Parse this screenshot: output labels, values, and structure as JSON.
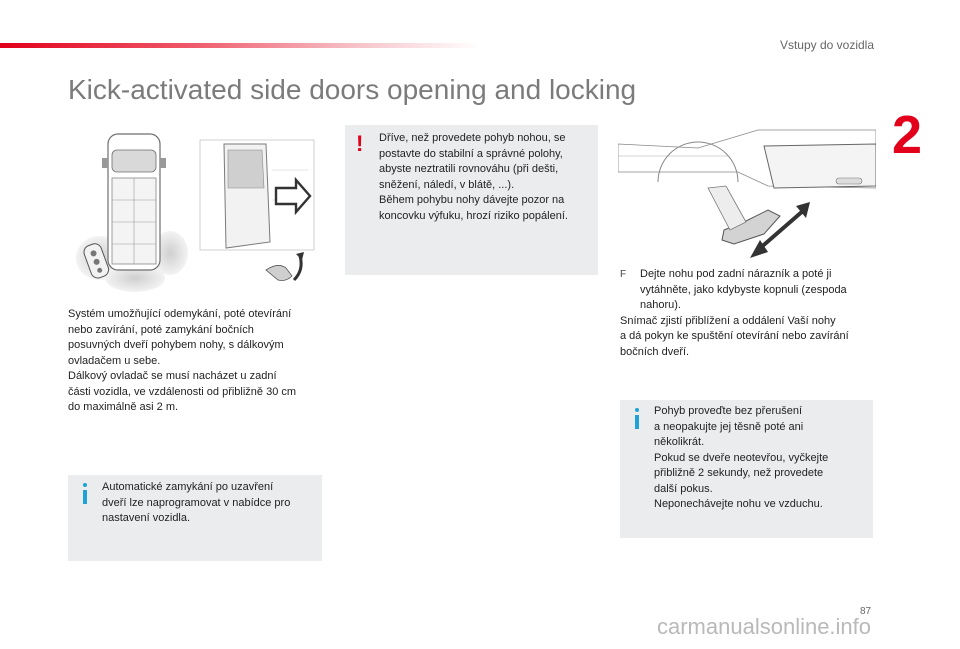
{
  "header": {
    "section_title": "Vstupy do vozidla",
    "chapter_number": "2",
    "page_title": "Kick-activated side doors opening and locking"
  },
  "left_column": {
    "intro_lines": [
      "Systém umožňující odemykání, poté otevírání",
      "nebo zavírání, poté zamykání bočních",
      "posuvných dveří pohybem nohy, s dálkovým",
      "ovladačem u sebe.",
      "Dálkový ovladač se musí nacházet u zadní",
      "části vozidla, ve vzdálenosti od přibližně 30 cm",
      "do maximálně asi 2 m."
    ],
    "info_box_lines": [
      "Automatické zamykání po uzavření",
      "dveří lze naprogramovat v nabídce pro",
      "nastavení vozidla."
    ]
  },
  "middle_column": {
    "warning_lines": [
      "Dříve, než provedete pohyb nohou, se",
      "postavte do stabilní a správné polohy,",
      "abyste neztratili rovnováhu (při dešti,",
      "sněžení, náledí, v blátě, ...).",
      "Během pohybu nohy dávejte pozor na",
      "koncovku výfuku, hrozí riziko popálení."
    ]
  },
  "right_column": {
    "bullet_symbol": "F",
    "bullet_lines": [
      "Dejte nohu pod zadní nárazník a poté ji",
      "vytáhněte, jako kdybyste kopnuli (zespoda",
      "nahoru)."
    ],
    "after_lines": [
      "Snímač zjistí přiblížení a oddálení Vaší nohy",
      "a dá pokyn ke spuštění otevírání nebo zavírání",
      "bočních dveří."
    ],
    "info_box_lines": [
      "Pohyb proveďte bez přerušení",
      "a neopakujte jej těsně poté ani",
      "několikrát.",
      "Pokud se dveře neotevřou, vyčkejte",
      "přibližně 2 sekundy, než provedete",
      "další pokus.",
      "Neponechávejte nohu ve vzduchu."
    ]
  },
  "footer": {
    "page_number": "87",
    "watermark": "carmanualsonline.info"
  },
  "colors": {
    "accent_red": "#e2001a",
    "info_blue": "#1fa3d6",
    "box_grey": "#eaecee"
  },
  "icons": {
    "warning": "exclamation-icon",
    "info": "info-icon"
  }
}
